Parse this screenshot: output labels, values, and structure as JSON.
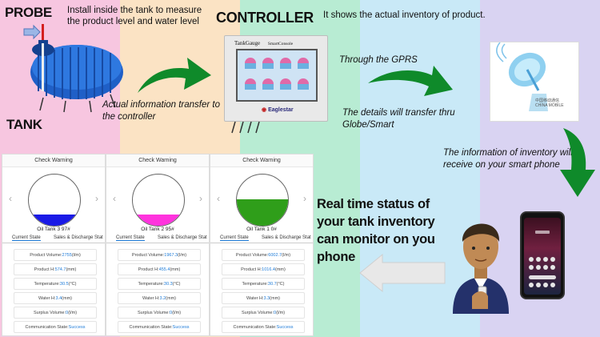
{
  "colors": {
    "band_pink": "#f7c6e0",
    "band_peach": "#fbe3c4",
    "band_green": "#b8ecd3",
    "band_blue": "#c9e9f7",
    "band_lavender": "#d9d3f2",
    "arrow_green": "#0f8a2a",
    "arrow_light": "#e8e8e8"
  },
  "probe_title": "PROBE",
  "probe_caption": "Install inside the tank to measure the product level and water level",
  "tank_title": "TANK",
  "controller_title": "CONTROLLER",
  "controller_caption": "It shows the actual inventory of product.",
  "actual_info_caption": "Actual information transfer to the controller",
  "gprs_caption": "Through the GPRS",
  "details_caption": "The details will transfer  thru Globe/Smart",
  "inventory_caption": "The information of inventory will receive on your smart phone",
  "realtime_caption": "Real time status of your tank inventory can monitor on you phone",
  "controller_device": {
    "brand_title": "TankGauge",
    "brand_sub": "SmartConsole",
    "logo_text": "Eaglestar"
  },
  "tower_label": "中国移动通信\nCHINA MOBILE",
  "cards": [
    {
      "header": "Check Warning",
      "tank_name": "Oil Tank 3 97#",
      "fill_color": "#1a1ae6",
      "fill_level": 0.22,
      "tab_current": "Current State",
      "tab_sales": "Sales & Discharge Stat",
      "rows": [
        {
          "label": "Product Volume:",
          "value": "2755",
          "unit": "(l/m)"
        },
        {
          "label": "Product H:",
          "value": "574.7",
          "unit": "(mm)"
        },
        {
          "label": "Temperature:",
          "value": "30.5",
          "unit": "(°C)"
        },
        {
          "label": "Water H:",
          "value": "3.4",
          "unit": "(mm)"
        },
        {
          "label": "Surplus Volume:",
          "value": "0",
          "unit": "(l/m)"
        },
        {
          "label": "Communication State:",
          "value": "Success",
          "unit": ""
        }
      ]
    },
    {
      "header": "Check Warning",
      "tank_name": "Oil Tank 2 95#",
      "fill_color": "#ff33dd",
      "fill_level": 0.22,
      "tab_current": "Current State",
      "tab_sales": "Sales & Discharge Stat",
      "rows": [
        {
          "label": "Product Volume:",
          "value": "1967.3",
          "unit": "(l/m)"
        },
        {
          "label": "Product H:",
          "value": "455.4",
          "unit": "(mm)"
        },
        {
          "label": "Temperature:",
          "value": "30.3",
          "unit": "(°C)"
        },
        {
          "label": "Water H:",
          "value": "3.2",
          "unit": "(mm)"
        },
        {
          "label": "Surplus Volume:",
          "value": "0",
          "unit": "(l/m)"
        },
        {
          "label": "Communication State:",
          "value": "Success",
          "unit": ""
        }
      ]
    },
    {
      "header": "Check Warning",
      "tank_name": "Oil Tank 1 0#",
      "fill_color": "#2f9e1a",
      "fill_level": 0.52,
      "tab_current": "Current State",
      "tab_sales": "Sales & Discharge Stat",
      "rows": [
        {
          "label": "Product Volume:",
          "value": "6002.7",
          "unit": "(l/m)"
        },
        {
          "label": "Product H:",
          "value": "1016.4",
          "unit": "(mm)"
        },
        {
          "label": "Temperature:",
          "value": "30.7",
          "unit": "(°C)"
        },
        {
          "label": "Water H:",
          "value": "3.3",
          "unit": "(mm)"
        },
        {
          "label": "Surplus Volume:",
          "value": "0",
          "unit": "(l/m)"
        },
        {
          "label": "Communication State:",
          "value": "Success",
          "unit": ""
        }
      ]
    }
  ]
}
